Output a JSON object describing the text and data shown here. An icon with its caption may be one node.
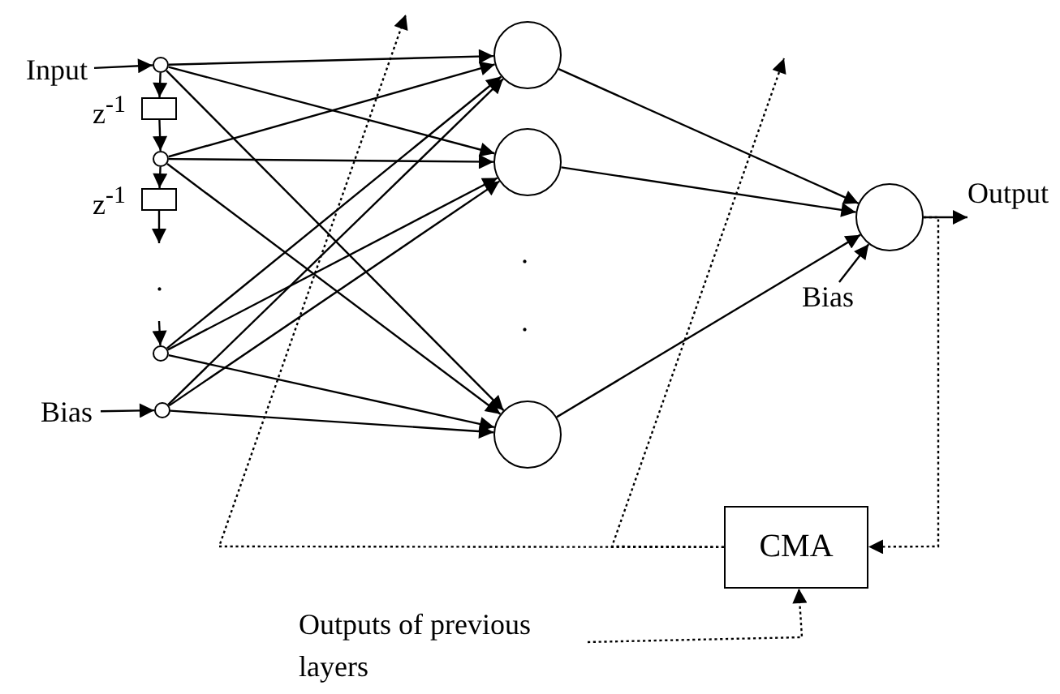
{
  "diagram": {
    "nodes": [
      {
        "text": [
          "Input"
        ]
      },
      {
        "text": [],
        "shape": "circle"
      },
      {
        "text": [],
        "shape": "box",
        "beside": [
          "z$^{-1}$"
        ]
      },
      {
        "text": [],
        "shape": "circle"
      },
      {
        "text": [],
        "shape": "box",
        "beside": [
          "z$^{-1}$"
        ]
      },
      {
        "text": [],
        "shape": "circle"
      },
      {
        "text": [
          "Bias"
        ]
      },
      {
        "text": [],
        "shape": "circle"
      },
      {
        "text": [],
        "shape": "circle"
      },
      {
        "text": [],
        "shape": "circle"
      },
      {
        "text": [],
        "shape": "circle"
      },
      {
        "text": [],
        "shape": "circle"
      },
      {
        "text": [
          "Bias"
        ]
      },
      {
        "text": [
          "CMA"
        ]
      },
      {
        "text": [
          "Outputs of previous layers"
        ]
      },
      {
        "text": [
          "Output"
        ]
      }
    ],
    "edges": [
      {
        "from": 0,
        "to": 1,
        "arrow": "to"
      },
      {
        "from": 1,
        "to": 2,
        "arrow": "to"
      },
      {
        "from": 2,
        "to": 3,
        "arrow": "to"
      },
      {
        "from": 3,
        "to": 4,
        "arrow": "to"
      },
      {
        "from": 4,
        "to": null,
        "arrow": "to"
      },
      {
        "from": null,
        "to": 5,
        "arrow": "to"
      },
      {
        "from": 6,
        "to": 7,
        "arrow": "to"
      },
      {
        "from": 1,
        "to": 8,
        "arrow": "to"
      },
      {
        "from": 1,
        "to": 9,
        "arrow": "to"
      },
      {
        "from": 1,
        "to": 10,
        "arrow": "to"
      },
      {
        "from": 3,
        "to": 8,
        "arrow": "to"
      },
      {
        "from": 3,
        "to": 9,
        "arrow": "to"
      },
      {
        "from": 3,
        "to": 10,
        "arrow": "to"
      },
      {
        "from": 5,
        "to": 8,
        "arrow": "to"
      },
      {
        "from": 5,
        "to": 9,
        "arrow": "to"
      },
      {
        "from": 5,
        "to": 10,
        "arrow": "to"
      },
      {
        "from": 7,
        "to": 8,
        "arrow": "to"
      },
      {
        "from": 7,
        "to": 9,
        "arrow": "to"
      },
      {
        "from": 7,
        "to": 10,
        "arrow": "to"
      },
      {
        "from": 8,
        "to": 11,
        "arrow": "to"
      },
      {
        "from": 9,
        "to": 11,
        "arrow": "to"
      },
      {
        "from": 10,
        "to": 11,
        "arrow": "to"
      },
      {
        "from": 12,
        "to": 11,
        "arrow": "to"
      },
      {
        "from": 11,
        "to": 15,
        "arrow": "to"
      },
      {
        "from": 11,
        "to": 13,
        "arrow": "to",
        "style": "dashed"
      },
      {
        "from": 14,
        "to": 13,
        "arrow": "to",
        "style": "dashed"
      },
      {
        "from": 13,
        "to": null,
        "arrow": "to",
        "style": "dashed"
      },
      {
        "from": 13,
        "to": null,
        "arrow": "to",
        "style": "dashed"
      }
    ],
    "labels": [
      ".",
      ".",
      "."
    ]
  }
}
